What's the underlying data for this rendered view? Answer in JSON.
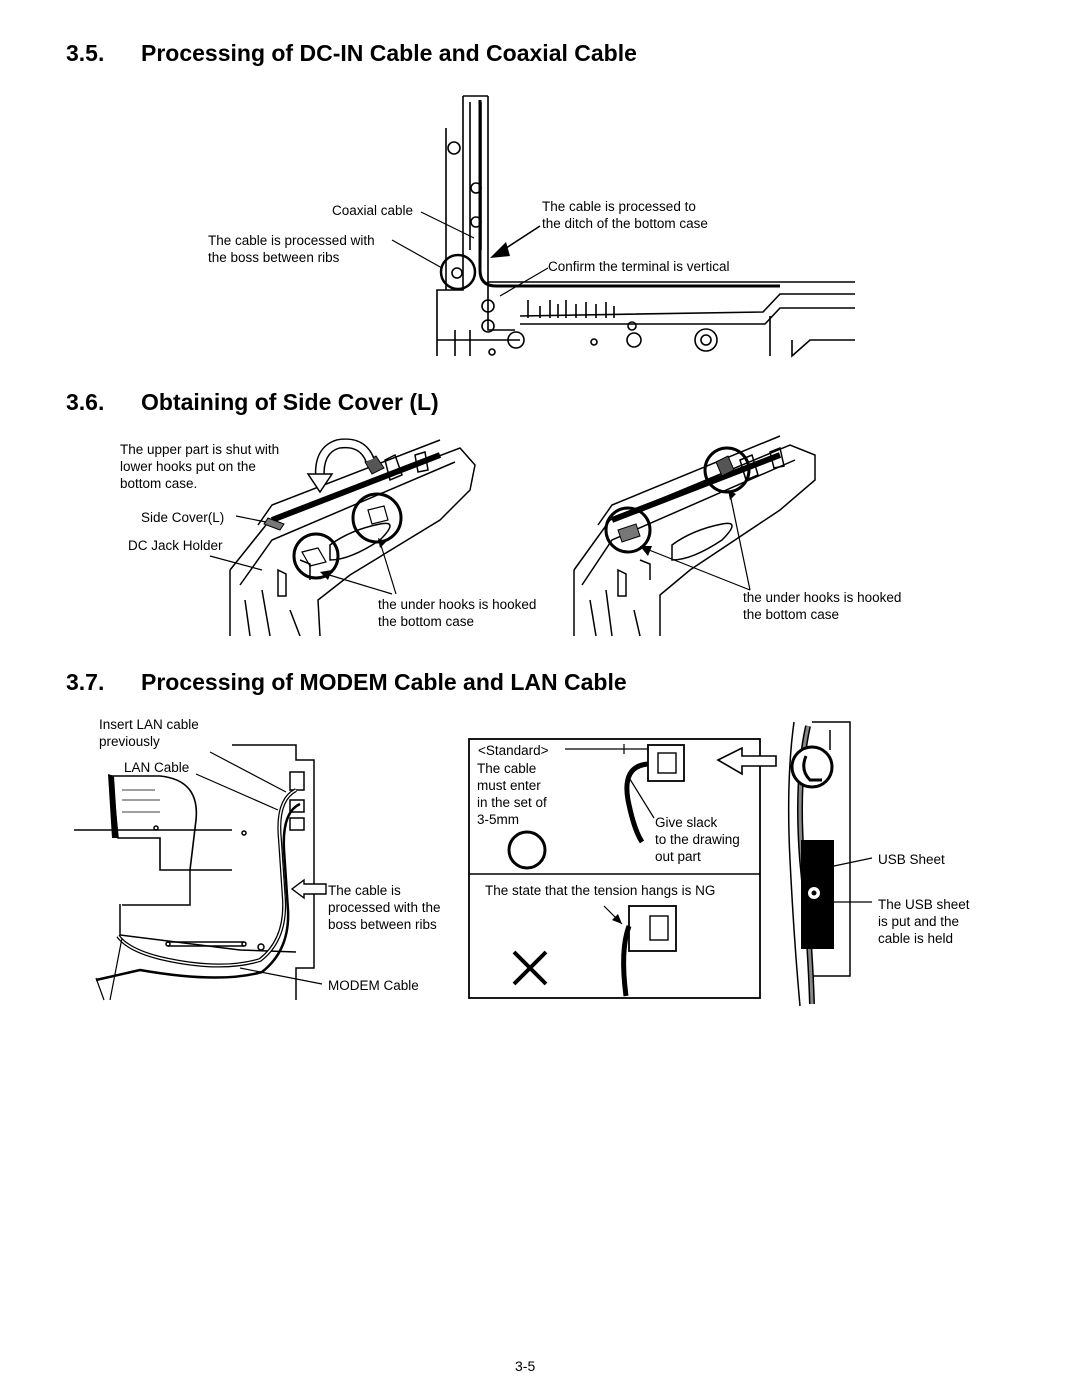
{
  "sections": [
    {
      "number": "3.5.",
      "title": "Processing of DC-IN Cable and Coaxial Cable"
    },
    {
      "number": "3.6.",
      "title": "Obtaining of Side Cover (L)"
    },
    {
      "number": "3.7.",
      "title": "Processing of MODEM Cable and LAN Cable"
    }
  ],
  "fig35": {
    "coaxial_cable": "Coaxial cable",
    "boss_between_ribs": [
      "The cable is processed with",
      "the boss between ribs"
    ],
    "ditch": [
      "The cable is processed to",
      "the ditch of the bottom case"
    ],
    "terminal_vertical": "Confirm the terminal is vertical"
  },
  "fig36": {
    "upper_part": [
      "The upper part is shut with",
      "lower hooks put on the",
      "bottom case."
    ],
    "side_cover": "Side Cover(L)",
    "dc_jack_holder": "DC Jack Holder",
    "hooks_left": [
      "the under hooks is hooked",
      "the bottom case"
    ],
    "hooks_right": [
      "the under hooks is hooked",
      "the bottom case"
    ]
  },
  "fig37": {
    "insert_lan": [
      "Insert LAN cable",
      "previously"
    ],
    "lan_cable": "LAN Cable",
    "boss_ribs": [
      "The cable is",
      "processed with the",
      "boss between ribs"
    ],
    "modem_cable": "MODEM Cable",
    "standard": "<Standard>",
    "must_enter": [
      "The cable",
      "must enter",
      "in the set of",
      "3-5mm"
    ],
    "give_slack": [
      "Give slack",
      "to the drawing",
      "out part"
    ],
    "tension_ng": "The state that the tension hangs is NG",
    "usb_sheet": "USB Sheet",
    "usb_held": [
      "The USB sheet",
      "is put and the",
      "cable is held"
    ]
  },
  "page_number": "3-5"
}
